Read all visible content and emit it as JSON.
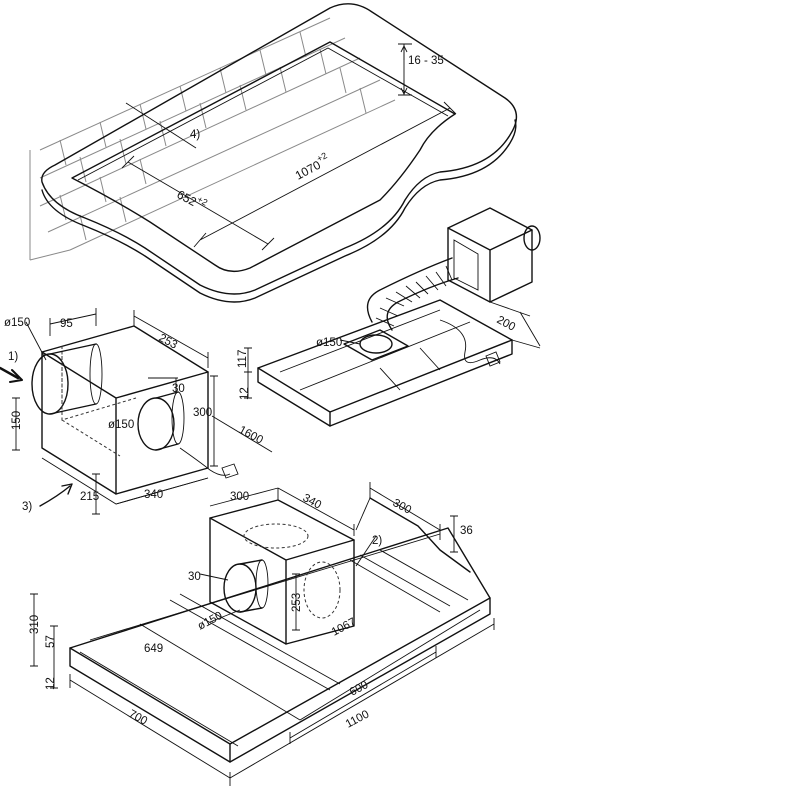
{
  "labels": {
    "frame_depth": "16 - 35",
    "callout_4": "4)",
    "cutout_width": "1070",
    "cutout_width_tol": "+2",
    "cutout_depth": "652",
    "cutout_depth_tol": "+2",
    "duct_dia_top": "ø150",
    "dim_200": "200",
    "dim_117": "117",
    "dim_12_top": "12",
    "fan_inlet_dia": "ø150",
    "dim_95": "95",
    "dim_253_top": "253",
    "callout_1": "1)",
    "dim_30_a": "30",
    "dim_150": "150",
    "fan_outlet_dia": "ø150",
    "dim_300_a": "300",
    "dim_1600": "1600",
    "dim_215": "215",
    "callout_3": "3)",
    "dim_340_a": "340",
    "dim_300_b": "300",
    "dim_340_b": "340",
    "dim_300_c": "300",
    "dim_36": "36",
    "callout_2": "2)",
    "dim_310": "310",
    "dim_30_b": "30",
    "dim_57": "57",
    "dim_253_b": "253",
    "dim_150_b": "ø150",
    "dim_1067": "1067",
    "dim_649": "649",
    "dim_12_bottom": "12",
    "dim_600": "600",
    "dim_700": "700",
    "dim_1100": "1100"
  }
}
